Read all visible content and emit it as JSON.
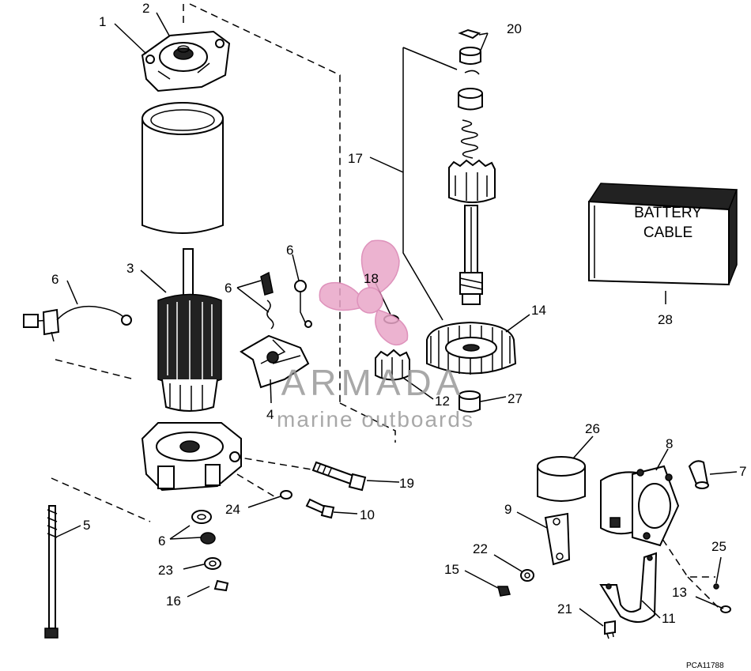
{
  "diagram": {
    "battery_label_line1": "BATTERY",
    "battery_label_line2": "CABLE",
    "figure_code": "PCA11788",
    "watermark": {
      "brand": "ARMADA",
      "tagline": "marine outboards",
      "color": "#e9a6c8"
    },
    "callouts": {
      "c1": "1",
      "c2": "2",
      "c3": "3",
      "c4": "4",
      "c5": "5",
      "c6a": "6",
      "c6b": "6",
      "c6c": "6",
      "c6d": "6",
      "c7": "7",
      "c8": "8",
      "c9": "9",
      "c10": "10",
      "c11": "11",
      "c12": "12",
      "c13": "13",
      "c14": "14",
      "c15": "15",
      "c16": "16",
      "c17": "17",
      "c18": "18",
      "c19": "19",
      "c20": "20",
      "c21": "21",
      "c22": "22",
      "c23": "23",
      "c24": "24",
      "c25": "25",
      "c26": "26",
      "c27": "27",
      "c28": "28"
    }
  }
}
